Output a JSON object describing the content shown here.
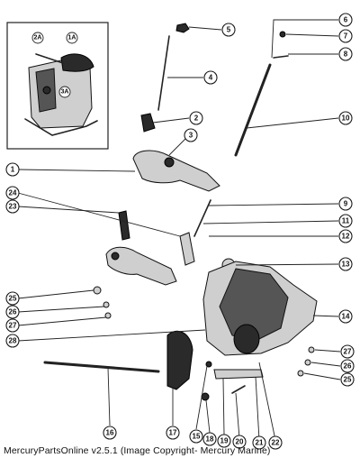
{
  "inset": {
    "labels": [
      "2A",
      "1A",
      "3A"
    ]
  },
  "callouts": [
    "1",
    "2",
    "3",
    "4",
    "5",
    "6",
    "7",
    "8",
    "9",
    "10",
    "11",
    "12",
    "13",
    "14",
    "15",
    "16",
    "17",
    "18",
    "19",
    "20",
    "21",
    "22",
    "23",
    "24",
    "25",
    "26",
    "27",
    "25",
    "26",
    "27",
    "28"
  ],
  "caption": "MercuryPartsOnline v2.5.1 (Image Copyright- Mercury Marine)"
}
